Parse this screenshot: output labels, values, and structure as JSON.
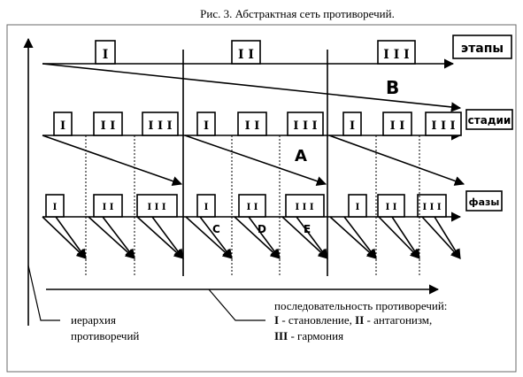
{
  "title": "Рис. 3. Абстрактная сеть противоречий.",
  "rows": {
    "stages": {
      "label": "этапы",
      "numerals": [
        "I",
        "I I",
        "I I I"
      ]
    },
    "steps": {
      "label": "стадии",
      "numerals": [
        "I",
        "I I",
        "I I I",
        "I",
        "I I",
        "I I I",
        "I",
        "I I",
        "I I I"
      ]
    },
    "phases": {
      "label": "фазы",
      "numerals": [
        "I",
        "I I",
        "I I I",
        "I",
        "I I",
        "I I I",
        "I",
        "I I",
        "I I I"
      ]
    }
  },
  "markers": {
    "B": "B",
    "A": "A",
    "C": "C",
    "D": "D",
    "E": "E"
  },
  "legend": {
    "hierarchy": [
      "иерархия",
      "противоречий"
    ],
    "sequence_title": "последовательность противоречий:",
    "sequence_lines": [
      {
        "num": "I",
        "text": " - становление, ",
        "num2": "II",
        "text2": " - антагонизм,"
      },
      {
        "num": "III",
        "text": " - гармония"
      }
    ]
  }
}
